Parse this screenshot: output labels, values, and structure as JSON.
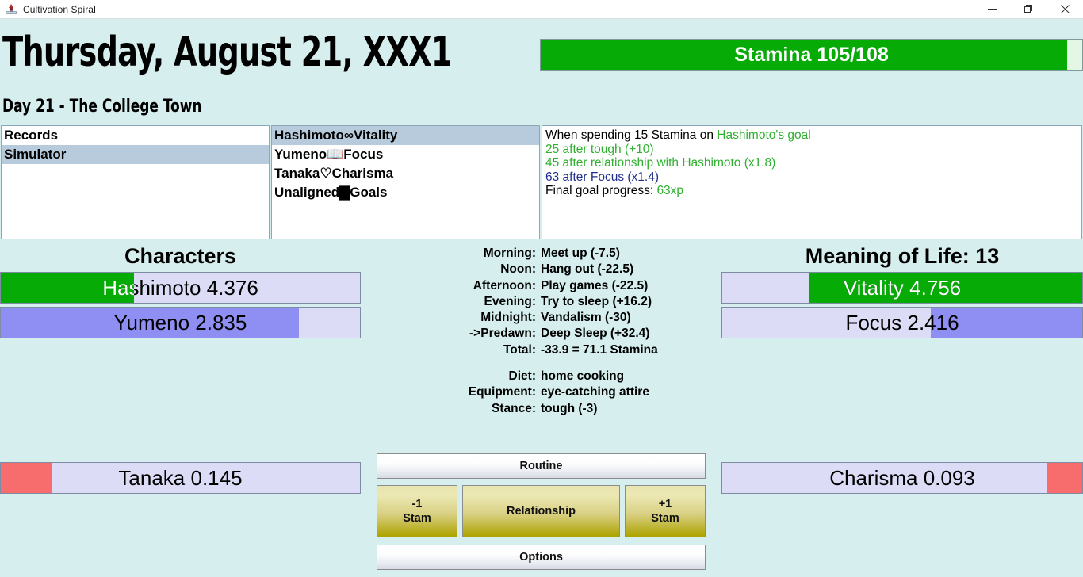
{
  "window": {
    "title": "Cultivation Spiral",
    "icon": "app-icon",
    "controls": {
      "minimize": "—",
      "maximize": "❐",
      "close": "✕"
    }
  },
  "header": {
    "date_title": "Thursday, August 21, XXX1",
    "day_location": "Day 21 - The College Town"
  },
  "stamina": {
    "label": "Stamina 105/108",
    "current": 105,
    "max": 108,
    "fill_percent": 97.2,
    "fill_color": "#06ab06",
    "track_color": "#e4f7e4"
  },
  "lists": {
    "left": {
      "items": [
        {
          "label": "Records",
          "selected": false
        },
        {
          "label": "Simulator",
          "selected": true
        }
      ]
    },
    "middle": {
      "items": [
        {
          "label": "Hashimoto∞Vitality",
          "selected": true
        },
        {
          "label": "Yumeno📖Focus",
          "selected": false
        },
        {
          "label": "Tanaka♡Charisma",
          "selected": false
        },
        {
          "label": "Unaligned▇Goals",
          "selected": false
        }
      ]
    }
  },
  "info_panel": {
    "lines": [
      {
        "segments": [
          {
            "text": "When spending 15 Stamina on ",
            "color": "black"
          },
          {
            "text": "Hashimoto's goal",
            "color": "green"
          }
        ]
      },
      {
        "segments": [
          {
            "text": "25 after tough (+10)",
            "color": "green"
          }
        ]
      },
      {
        "segments": [
          {
            "text": "45 after relationship with Hashimoto (x1.8)",
            "color": "green"
          }
        ]
      },
      {
        "segments": [
          {
            "text": "63 after Focus (x1.4)",
            "color": "navy"
          }
        ]
      },
      {
        "segments": [
          {
            "text": "Final goal progress: ",
            "color": "black"
          },
          {
            "text": "63xp",
            "color": "green"
          }
        ]
      }
    ],
    "colors": {
      "green": "#2fb02f",
      "navy": "#202e8c",
      "black": "#000000"
    }
  },
  "characters": {
    "heading": "Characters",
    "bars": [
      {
        "name": "bar-hashimoto",
        "label": "Hashimoto 4.376",
        "value": 4.376,
        "fill_percent": 37,
        "fill_from": "left",
        "fill_color": "#06ab06",
        "track_color": "#dcdcf7",
        "label_color_on_fill": "#ffffff",
        "label_color_off_fill": "#000000"
      },
      {
        "name": "bar-yumeno",
        "label": "Yumeno 2.835",
        "value": 2.835,
        "fill_percent": 83,
        "fill_from": "left",
        "fill_color": "#8e8ef3",
        "track_color": "#dcdcf7",
        "label_color_on_fill": "#000000",
        "label_color_off_fill": "#000000"
      },
      {
        "name": "bar-tanaka",
        "label": "Tanaka 0.145",
        "value": 0.145,
        "fill_percent": 14.3,
        "fill_from": "left",
        "fill_color": "#f76c6c",
        "track_color": "#dcdcf7",
        "label_color_on_fill": "#000000",
        "label_color_off_fill": "#000000"
      }
    ]
  },
  "meaning_of_life": {
    "heading": "Meaning of Life: 13",
    "value": 13,
    "bars": [
      {
        "name": "bar-vitality",
        "label": "Vitality 4.756",
        "value": 4.756,
        "fill_percent": 76,
        "fill_from": "right",
        "fill_color": "#06ab06",
        "track_color": "#dcdcf7",
        "label_color_on_fill": "#ffffff",
        "label_color_off_fill": "#000000"
      },
      {
        "name": "bar-focus",
        "label": "Focus 2.416",
        "value": 2.416,
        "fill_percent": 42,
        "fill_from": "right",
        "fill_color": "#8e8ef3",
        "track_color": "#dcdcf7",
        "label_color_on_fill": "#000000",
        "label_color_off_fill": "#000000"
      },
      {
        "name": "bar-charisma",
        "label": "Charisma 0.093",
        "value": 0.093,
        "fill_percent": 10,
        "fill_from": "right",
        "fill_color": "#f76c6c",
        "track_color": "#dcdcf7",
        "label_color_on_fill": "#000000",
        "label_color_off_fill": "#000000"
      }
    ]
  },
  "schedule": {
    "rows": [
      {
        "key": "Morning:",
        "value": "Meet up (-7.5)"
      },
      {
        "key": "Noon:",
        "value": "Hang out (-22.5)"
      },
      {
        "key": "Afternoon:",
        "value": "Play games (-22.5)"
      },
      {
        "key": "Evening:",
        "value": "Try to sleep (+16.2)"
      },
      {
        "key": "Midnight:",
        "value": "Vandalism (-30)"
      },
      {
        "key": "->Predawn:",
        "value": "Deep Sleep (+32.4)"
      },
      {
        "key": "Total:",
        "value": "-33.9 = 71.1 Stamina"
      }
    ],
    "settings": [
      {
        "key": "Diet:",
        "value": "home cooking"
      },
      {
        "key": "Equipment:",
        "value": "eye-catching attire"
      },
      {
        "key": "Stance:",
        "value": "tough (-3)"
      }
    ]
  },
  "buttons": {
    "routine": "Routine",
    "minus_stam_line1": "-1",
    "minus_stam_line2": "Stam",
    "relationship": "Relationship",
    "plus_stam_line1": "+1",
    "plus_stam_line2": "Stam",
    "options": "Options"
  },
  "theme": {
    "background": "#d6efee",
    "accent_green": "#06ab06",
    "accent_purple": "#8e8ef3",
    "accent_red": "#f76c6c",
    "selection": "#b7cbdd"
  }
}
